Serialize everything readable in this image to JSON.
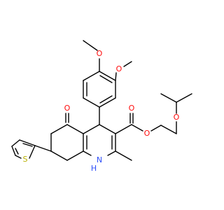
{
  "structure": {
    "atoms": {
      "o_methoxy_top": {
        "label": "O",
        "color": "#ff0d0d"
      },
      "o_methoxy_right": {
        "label": "O",
        "color": "#ff0d0d"
      },
      "o_ketone": {
        "label": "O",
        "color": "#ff0d0d"
      },
      "o_ester_carbonyl": {
        "label": "O",
        "color": "#ff0d0d"
      },
      "o_ester": {
        "label": "O",
        "color": "#ff0d0d"
      },
      "o_ether": {
        "label": "O",
        "color": "#ff0d0d"
      },
      "s_thiophene": {
        "label": "S",
        "color": "#b8b000"
      },
      "nh": {
        "label": "N",
        "color": "#3050f8"
      },
      "nh_h": {
        "label": "H",
        "color": "#3050f8"
      }
    }
  }
}
